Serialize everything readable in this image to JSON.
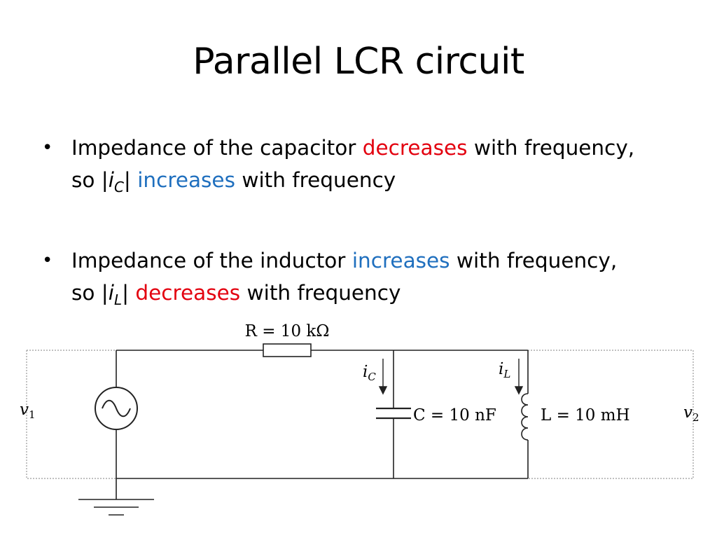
{
  "slide": {
    "title": "Parallel LCR circuit"
  },
  "bullets": [
    {
      "marker": "•",
      "line1_pre": "Impedance of the capacitor ",
      "line1_keyword": "decreases",
      "line1_post": " with frequency,",
      "line2_pre": "so |",
      "line2_var": "i",
      "line2_sub": "C",
      "line2_mid": "| ",
      "line2_keyword": "increases",
      "line2_post": " with frequency"
    },
    {
      "marker": "•",
      "line1_pre": "Impedance of the inductor ",
      "line1_keyword": "increases",
      "line1_post": " with frequency,",
      "line2_pre": "so |",
      "line2_var": "i",
      "line2_sub": "L",
      "line2_mid": "| ",
      "line2_keyword": "decreases",
      "line2_post": " with frequency"
    }
  ],
  "circuit": {
    "resistor_label": "R = 10 kΩ",
    "capacitor_current": "i",
    "capacitor_current_sub": "C",
    "inductor_current": "i",
    "inductor_current_sub": "L",
    "capacitor_label": "C = 10 nF",
    "inductor_label": "L = 10 mH",
    "input_voltage": "v",
    "input_voltage_sub": "1",
    "output_voltage": "v",
    "output_voltage_sub": "2"
  },
  "colors": {
    "decrease": "#e3000f",
    "increase": "#1f6fbe"
  }
}
